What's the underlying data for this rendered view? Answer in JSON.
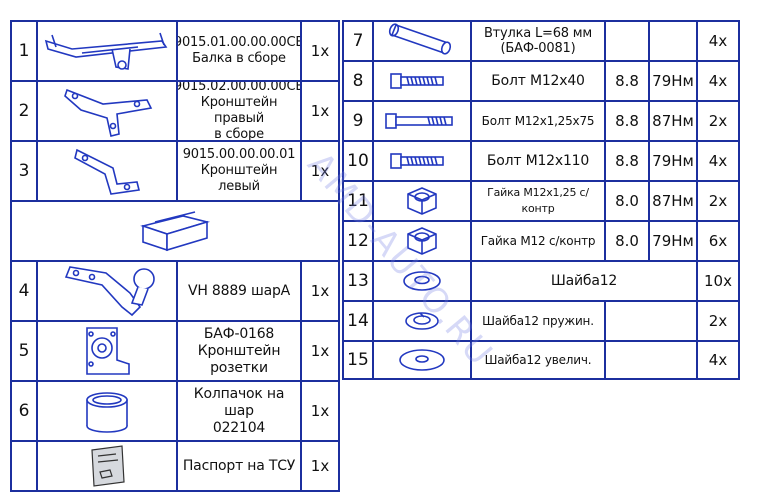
{
  "left_table": {
    "rows": [
      {
        "num": "1",
        "desc": "9015.01.00.00.00СБ\nБалка в сборе",
        "qty": "1х",
        "icon": "towbar-beam-icon"
      },
      {
        "num": "2",
        "desc": "9015.02.00.00.00СБ\nКронштейн правый\nв сборе",
        "qty": "1х",
        "icon": "right-bracket-icon"
      },
      {
        "num": "3",
        "desc": "9015.00.00.00.01\nКронштейн левый",
        "qty": "1х",
        "icon": "left-bracket-icon"
      },
      {
        "num": "",
        "desc": "",
        "qty": "",
        "icon": "package-box-icon"
      },
      {
        "num": "4",
        "desc": "VH 8889 шарА",
        "qty": "1х",
        "icon": "tow-ball-icon"
      },
      {
        "num": "5",
        "desc": "БАФ-0168\nКронштейн розетки",
        "qty": "1х",
        "icon": "socket-bracket-icon"
      },
      {
        "num": "6",
        "desc": "Колпачок на шар\n022104",
        "qty": "1х",
        "icon": "ball-cap-icon"
      },
      {
        "num": "",
        "desc": "Паспорт на ТСУ",
        "qty": "1х",
        "icon": "passport-document-icon"
      }
    ]
  },
  "right_table": {
    "rows": [
      {
        "num": "7",
        "desc": "Втулка L=68 мм\n(БАФ-0081)",
        "grade": "",
        "torque": "",
        "qty": "4х",
        "icon": "bushing-icon"
      },
      {
        "num": "8",
        "desc": "Болт М12х40",
        "grade": "8.8",
        "torque": "79Нм",
        "qty": "4х",
        "icon": "bolt-icon"
      },
      {
        "num": "9",
        "desc": "Болт М12х1,25х75",
        "grade": "8.8",
        "torque": "87Нм",
        "qty": "2х",
        "icon": "bolt-icon"
      },
      {
        "num": "10",
        "desc": "Болт М12х110",
        "grade": "8.8",
        "torque": "79Нм",
        "qty": "4х",
        "icon": "bolt-icon"
      },
      {
        "num": "11",
        "desc": "Гайка М12х1,25 с/контр",
        "grade": "8.0",
        "torque": "87Нм",
        "qty": "2х",
        "icon": "nut-icon"
      },
      {
        "num": "12",
        "desc": "Гайка М12 с/контр",
        "grade": "8.0",
        "torque": "79Нм",
        "qty": "6х",
        "icon": "nut-icon"
      },
      {
        "num": "13",
        "desc": "Шайба12",
        "grade": "",
        "torque": "",
        "qty": "10х",
        "icon": "washer-icon"
      },
      {
        "num": "14",
        "desc": "Шайба12 пружин.",
        "grade": "",
        "torque": "",
        "qty": "2х",
        "icon": "spring-washer-icon"
      },
      {
        "num": "15",
        "desc": "Шайба12 увелич.",
        "grade": "",
        "torque": "",
        "qty": "4х",
        "icon": "large-washer-icon"
      }
    ]
  },
  "watermark": "AMD-AUTO.RU"
}
